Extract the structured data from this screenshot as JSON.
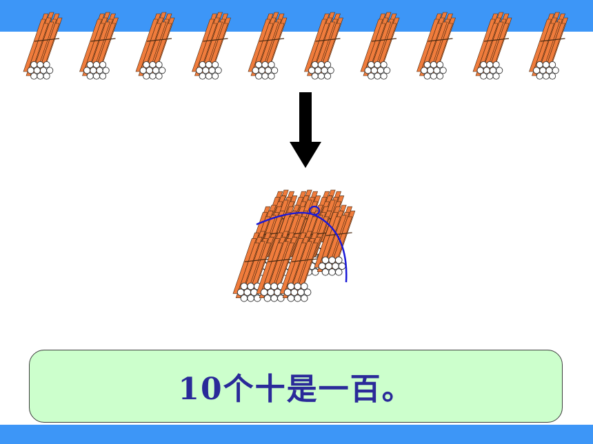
{
  "colors": {
    "band": "#3d96f7",
    "stick": "#f07c3c",
    "stick_edge": "#4a2a12",
    "end_fill": "#ffffff",
    "end_stroke": "#333333",
    "arrow": "#000000",
    "string": "#1919d6",
    "caption_bg": "#ccffcc",
    "caption_text": "#2a2a99"
  },
  "scene": {
    "small_bundle_count": 10,
    "big_bundle_groups": 10,
    "arrow_icon": "down-arrow"
  },
  "caption": {
    "text": "10个十是一百。"
  }
}
